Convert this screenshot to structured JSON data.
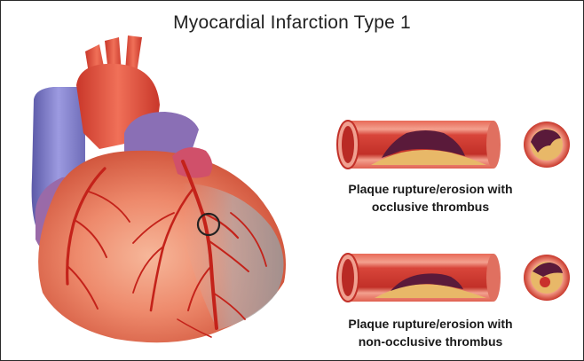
{
  "title": "Myocardial Infarction Type 1",
  "panels": [
    {
      "id": "occlusive",
      "caption_line1": "Plaque rupture/erosion with",
      "caption_line2": "occlusive thrombus"
    },
    {
      "id": "non_occlusive",
      "caption_line1": "Plaque rupture/erosion with",
      "caption_line2": "non-occlusive thrombus"
    }
  ],
  "colors": {
    "artery_wall": "#d94a3a",
    "artery_lumen": "#c9302c",
    "plaque": "#e8b868",
    "thrombus": "#5a1a3a",
    "heart_base": "#e8735a",
    "vein": "#7a78c8",
    "marker_circle": "#222222"
  },
  "icons": [
    "heart-illustration",
    "artery-longitudinal-section",
    "artery-cross-section",
    "lesion-marker-circle"
  ]
}
